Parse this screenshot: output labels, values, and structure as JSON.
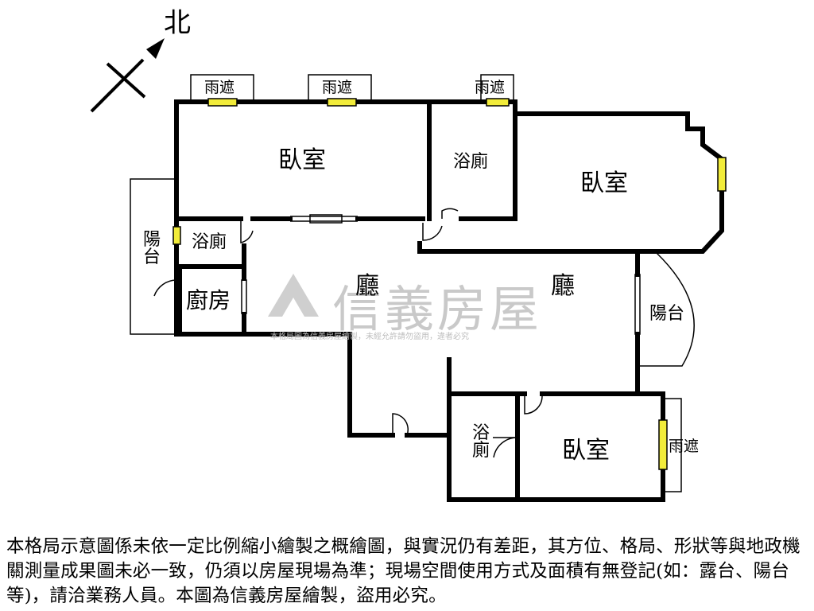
{
  "compass": {
    "label": "北"
  },
  "rooms": {
    "bedroom_main": "臥室",
    "bedroom_right": "臥室",
    "bedroom_bottom": "臥室",
    "bath_top": "浴廁",
    "bath_left": "浴廁",
    "bath_bottom": "浴廁",
    "kitchen": "廚房",
    "living_left": "廳",
    "living_right": "廳",
    "balcony_left": "陽台",
    "balcony_right": "陽台"
  },
  "canopies": {
    "top_1": "雨遮",
    "top_2": "雨遮",
    "top_3": "雨遮",
    "right": "雨遮"
  },
  "watermark": {
    "brand": "信義房屋",
    "notice": "本格局圖為信義房屋繪製，未經允許請勿盜用，違者必究"
  },
  "disclaimer": "本格局示意圖係未依一定比例縮小繪製之概繪圖，與實況仍有差距，其方位、格局、形狀等與地政機關測量成果圖未必一致，仍須以房屋現場為準；現場空間使用方式及面積有無登記(如：露台、陽台等)，請洽業務人員。本圖為信義房屋繪製，盜用必究。",
  "colors": {
    "wall": "#000000",
    "window": "#f2ec3a",
    "watermark": "#c9c9c9"
  }
}
